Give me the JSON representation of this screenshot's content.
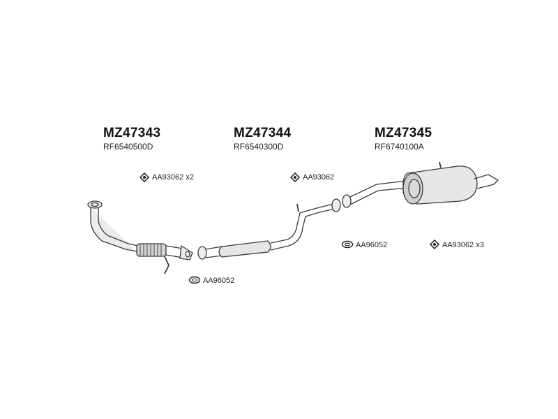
{
  "assemblies": [
    {
      "part_number": "MZ47343",
      "ref_number": "RF6540500D"
    },
    {
      "part_number": "MZ47344",
      "ref_number": "RF6540300D"
    },
    {
      "part_number": "MZ47345",
      "ref_number": "RF6740100A"
    }
  ],
  "accessories": [
    {
      "label": "AA93062 x2",
      "icon": "rubber-mount-icon"
    },
    {
      "label": "AA93062",
      "icon": "rubber-mount-icon"
    },
    {
      "label": "AA96052",
      "icon": "gasket-ring-icon"
    },
    {
      "label": "AA93062 x3",
      "icon": "rubber-mount-icon"
    },
    {
      "label": "AA96052",
      "icon": "gasket-ring-icon"
    }
  ],
  "colors": {
    "line": "#3a3a3a",
    "fill": "#e6e6e6",
    "dark": "#6a6a6a"
  }
}
